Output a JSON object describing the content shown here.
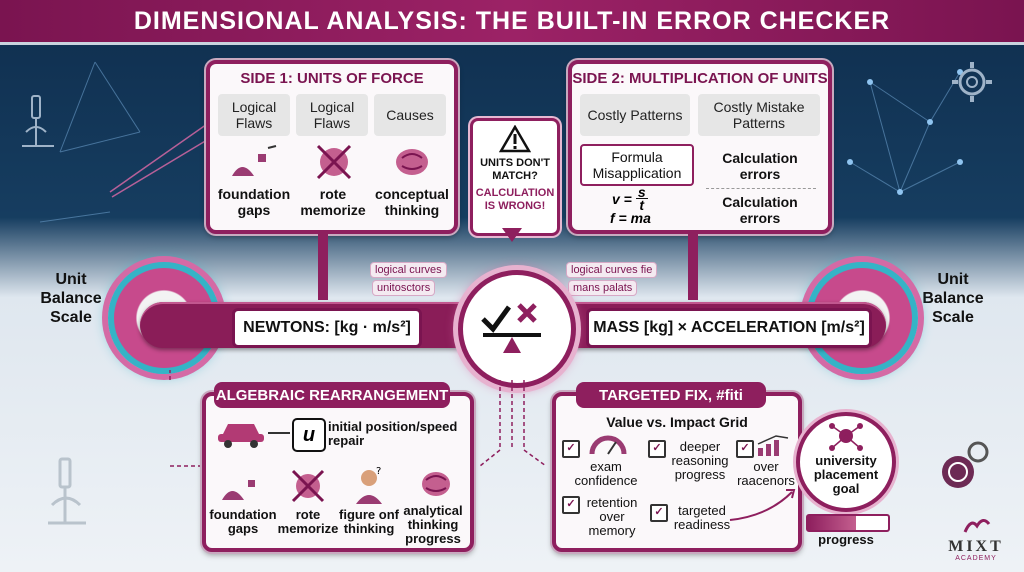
{
  "title": "DIMENSIONAL ANALYSIS: THE BUILT-IN ERROR CHECKER",
  "side1": {
    "title": "SIDE 1: UNITS OF FORCE",
    "headers": [
      "Logical Flaws",
      "Logical Flaws",
      "Causes"
    ],
    "items": [
      "foundation gaps",
      "rote memorize",
      "conceptual thinking"
    ]
  },
  "side2": {
    "title": "SIDE 2: MULTIPLICATION OF UNITS",
    "headers": [
      "Costly Patterns",
      "Costly Mistake Patterns"
    ],
    "formula_box": "Formula Misapplication",
    "formula1_lhs": "v =",
    "formula1_num": "s",
    "formula1_den": "t",
    "formula2": "f = ma",
    "errors": [
      "Calculation errors",
      "Calculation errors"
    ]
  },
  "warning": {
    "line1": "UNITS DON'T MATCH?",
    "line2": "CALCULATION IS WRONG!"
  },
  "connector_tags": [
    "logical curves",
    "unitosctors",
    "logical curves fie",
    "mans palats"
  ],
  "scale": {
    "left_label": "Unit Balance Scale",
    "right_label": "Unit Balance Scale",
    "left_eq": "NEWTONS: [kg · m/s²]",
    "right_eq": "MASS [kg] × ACCELERATION [m/s²]"
  },
  "algebra": {
    "title": "ALGEBRAIC REARRANGEMENT",
    "u_symbol": "u",
    "u_text": "initial position/speed repair",
    "items": [
      "foundation gaps",
      "rote memorize",
      "figure onf thinking",
      "analytical thinking progress"
    ]
  },
  "fix": {
    "title": "TARGETED FIX, #fiti",
    "subtitle": "Value vs. Impact Grid",
    "items": [
      "exam confidence",
      "deeper reasoning progress",
      "over raacenors",
      "retention over memory",
      "targeted readiness"
    ],
    "goal": "university placement goal",
    "progress_label": "progress",
    "progress_value": 0.6
  },
  "logo": {
    "name": "MIXT",
    "sub": "ACADEMY"
  },
  "colors": {
    "accent": "#8e1f5e",
    "navy": "#0f2e4e"
  }
}
